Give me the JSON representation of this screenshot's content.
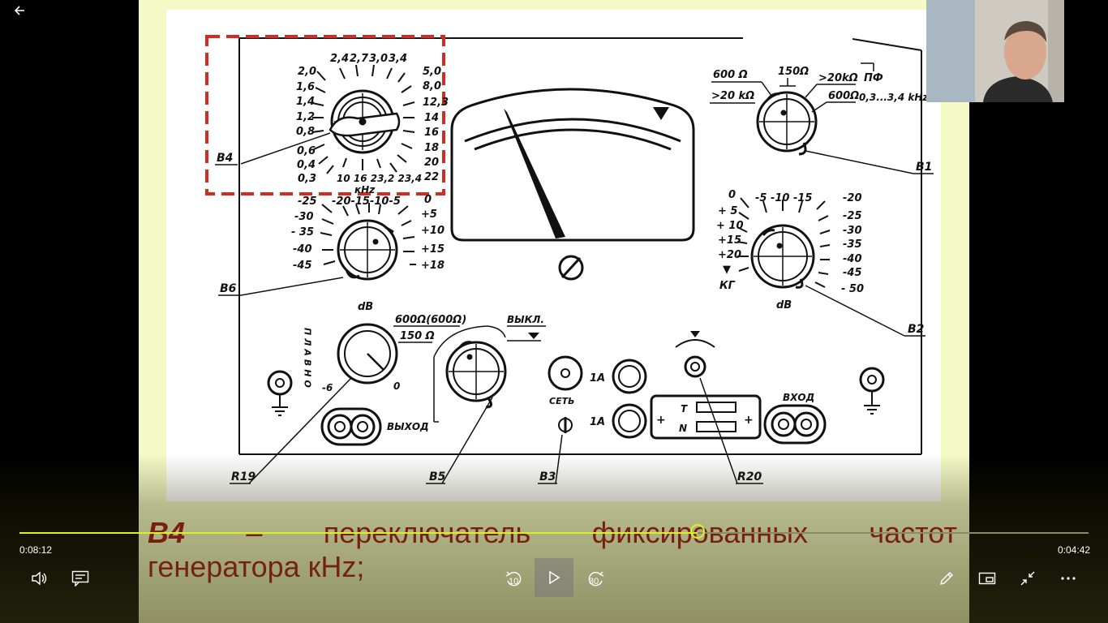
{
  "player": {
    "current_time": "0:08:12",
    "remaining_time": "0:04:42",
    "progress_fraction": 0.634,
    "skip_back_seconds": "10",
    "skip_forward_seconds": "30",
    "accent_color": "#d9f21a"
  },
  "icons": {
    "back": "arrow-left-icon",
    "volume": "volume-icon",
    "captions": "captions-icon",
    "skip_back": "skip-back-icon",
    "play": "play-icon",
    "skip_forward": "skip-forward-icon",
    "draw": "pen-icon",
    "mini_view": "mini-view-icon",
    "exit_fullscreen": "exit-fullscreen-icon",
    "more": "more-options-icon"
  },
  "slide": {
    "background_color": "#f4f9c6",
    "caption": {
      "term": "В4",
      "dash": "–",
      "w1": "переключатель",
      "w2": "фиксированных",
      "w3": "частот",
      "line2": "генератора кHz;",
      "color": "#a01515"
    },
    "diagram": {
      "highlight_color": "#d42a1f",
      "callouts": {
        "b4": "В4",
        "b6": "В6",
        "b1": "В1",
        "b2": "В2",
        "r19": "R19",
        "b5": "В5",
        "b3": "В3",
        "r20": "R20"
      },
      "b4_scale": {
        "left": [
          "2,0",
          "1,6",
          "1,4",
          "1,2",
          "0,8",
          "0,6",
          "0,4",
          "0,3"
        ],
        "top": [
          "2,4",
          "2,7",
          "3,0",
          "3,4"
        ],
        "right": [
          "5,0",
          "8,0",
          "12,3",
          "14",
          "16",
          "18",
          "20",
          "22"
        ],
        "bottom": "10 16 23,2 23,4",
        "unit": "кHz"
      },
      "b6_scale": {
        "left": [
          "-25",
          "-30",
          "- 35",
          "-40",
          "-45"
        ],
        "top": "-20-15-10-5",
        "right": [
          "0",
          "+5",
          "+10",
          "+15",
          "+18"
        ],
        "unit": "dB"
      },
      "b1_labels": {
        "a": "600 Ω",
        "b": ">20 kΩ",
        "c": "150Ω",
        "d": ">20kΩ",
        "e": "ПФ",
        "f": "600Ω",
        "g": "0,3...3,4 kHz"
      },
      "b2_scale": {
        "left": [
          "0",
          "+ 5",
          "+ 10",
          "+15",
          "+20",
          "▼",
          "КГ"
        ],
        "top": "-5 -10 -15",
        "right": [
          "-20",
          "-25",
          "-30",
          "-35",
          "-40",
          "-45",
          "- 50"
        ],
        "unit": "dB"
      },
      "r19_labels": {
        "vertical": "ПЛАВНО",
        "min": "-6",
        "max": "0"
      },
      "b5_labels": {
        "a": "600Ω(600Ω)",
        "b": "150 Ω",
        "off": "ВЫКЛ."
      },
      "set_label": "СЕТЬ",
      "fuse1": "1А",
      "fuse2": "1А",
      "out_label": "ВЫХОД",
      "in_label": "ВХОД",
      "t_label": "Т",
      "n_label": "N",
      "plus": "+"
    }
  }
}
